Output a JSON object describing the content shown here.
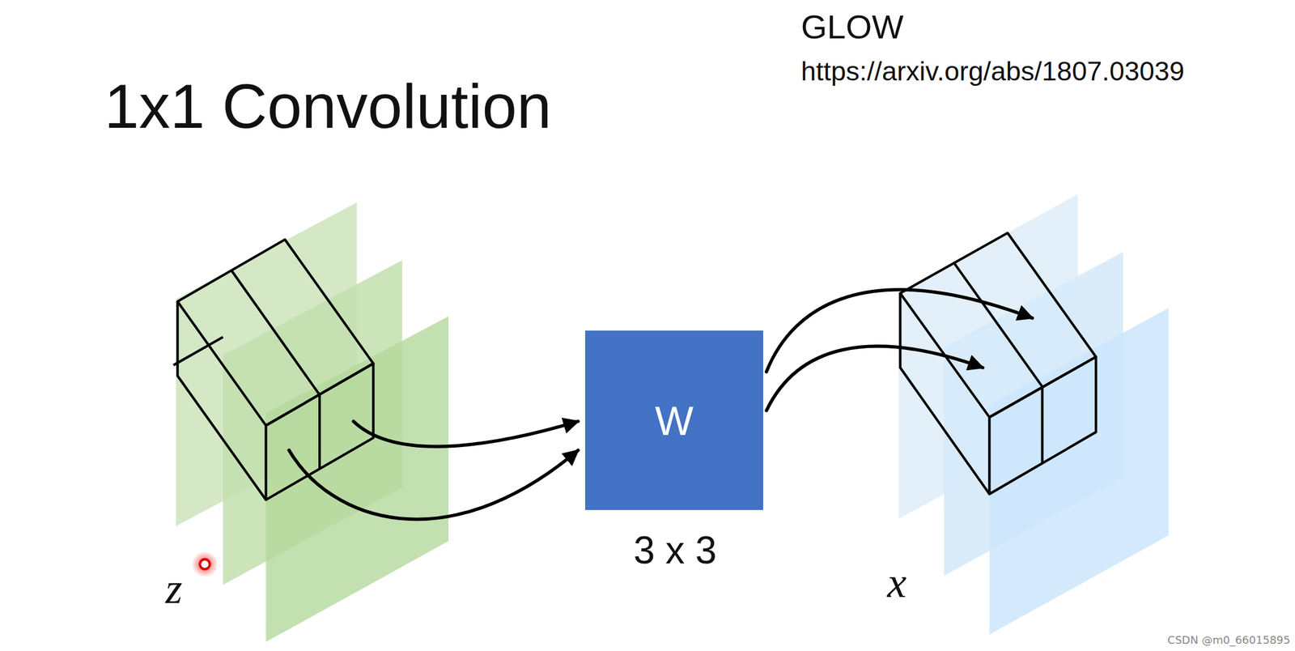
{
  "diagram": {
    "title": "1x1 Convolution",
    "nodes": [
      {
        "text": [
          "W"
        ]
      }
    ],
    "labels": [
      "GLOW",
      "https://arxiv.org/abs/1807.03039",
      "3 x 3",
      "z",
      "x",
      "CSDN @m0_66015895"
    ]
  }
}
